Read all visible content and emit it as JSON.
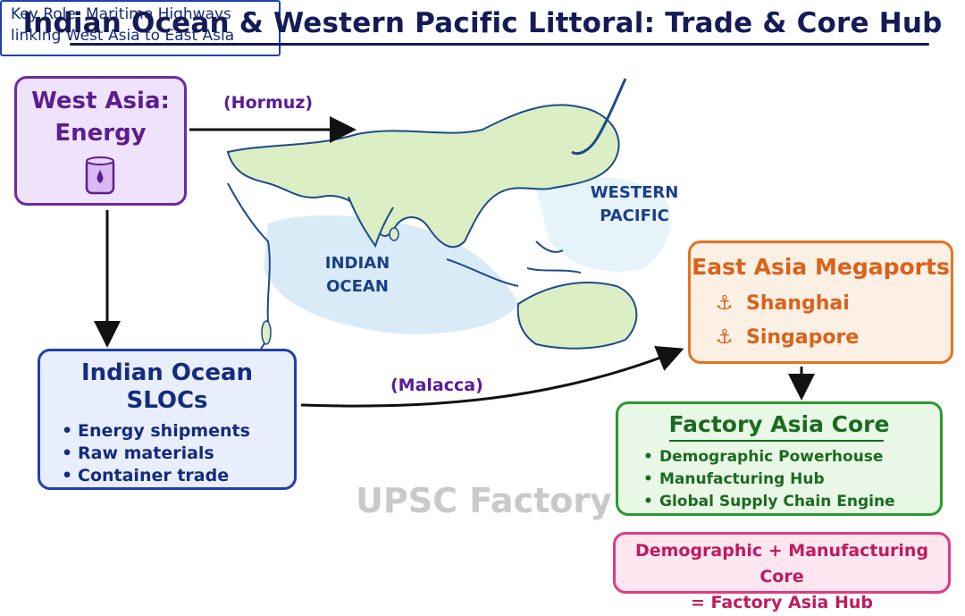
{
  "title": "Indian Ocean & Western Pacific Littoral: Trade & Core Hub",
  "west_asia": {
    "line1": "West Asia:",
    "line2": "Energy",
    "icon": "oil-barrel-icon"
  },
  "routes": {
    "hormuz": "(Hormuz)",
    "malacca": "(Malacca)"
  },
  "map": {
    "indian_ocean_1": "INDIAN",
    "indian_ocean_2": "OCEAN",
    "western_pacific_1": "WESTERN",
    "western_pacific_2": "PACIFIC"
  },
  "slocs": {
    "head1": "Indian Ocean",
    "head2": "SLOCs",
    "items": [
      "Energy shipments",
      "Raw materials",
      "Container trade"
    ]
  },
  "key_role": {
    "line1": "Key Role: Maritime Highways",
    "line2": "linking West Asia to East Asia"
  },
  "east_asia": {
    "head": "East Asia Megaports",
    "ports": [
      "Shanghai",
      "Singapore"
    ],
    "icon": "anchor-icon"
  },
  "factory": {
    "head": "Factory Asia Core",
    "items": [
      "Demographic Powerhouse",
      "Manufacturing Hub",
      "Global Supply Chain Engine"
    ]
  },
  "hub": {
    "line1": "Demographic + Manufacturing Core",
    "line2": "= Factory Asia Hub"
  },
  "watermark": "UPSC Factory",
  "colors": {
    "purple": "#6d2aa3",
    "blue": "#1f3fb0",
    "orange": "#e8731a",
    "green": "#2a9a2f",
    "pink": "#e23a82",
    "navy": "#141b57"
  }
}
